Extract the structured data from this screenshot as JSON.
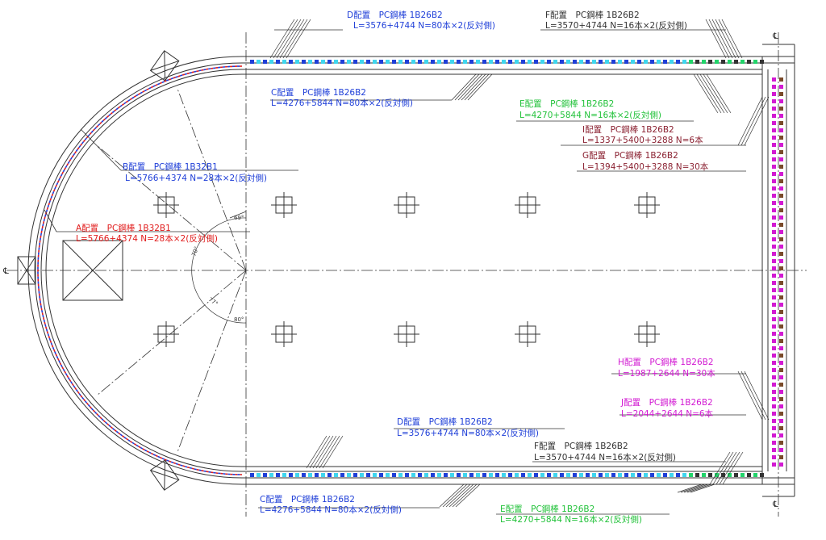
{
  "colors": {
    "blue": "#1f3fd8",
    "green": "#22c23a",
    "red": "#e11d1d",
    "maroon": "#8b2232",
    "magenta": "#d21ad2",
    "cyan": "#3fd6ee",
    "lime": "#22d46a",
    "brown": "#7a4a2a",
    "line": "#333333"
  },
  "labels": [
    {
      "id": "d-top",
      "title": "D配置　PC鋼棒 1B26B2",
      "spec": "L=3576+4744 N=80本×2(反対側)",
      "color": "#1f3fd8"
    },
    {
      "id": "f-top",
      "title": "F配置　PC鋼棒 1B26B2",
      "spec": "L=3570+4744 N=16本×2(反対側)",
      "color": "#333333"
    },
    {
      "id": "c-top",
      "title": "C配置　PC鋼棒 1B26B2",
      "spec": "L=4276+5844 N=80本×2(反対側)",
      "color": "#1f3fd8"
    },
    {
      "id": "e-top",
      "title": "E配置　PC鋼棒 1B26B2",
      "spec": "L=4270+5844 N=16本×2(反対側)",
      "color": "#22c23a"
    },
    {
      "id": "i-top",
      "title": "I配置　PC鋼棒 1B26B2",
      "spec": "L=1337+5400+3288 N=6本",
      "color": "#8b2232"
    },
    {
      "id": "g-top",
      "title": "G配置　PC鋼棒 1B26B2",
      "spec": "L=1394+5400+3288 N=30本",
      "color": "#8b2232"
    },
    {
      "id": "b-arc",
      "title": "B配置　PC鋼棒 1B32B1",
      "spec": "L=5766+4374 N=28本×2(反対側)",
      "color": "#1f3fd8"
    },
    {
      "id": "a-arc",
      "title": "A配置　PC鋼棒 1B32B1",
      "spec": "L=5766+4374 N=28本×2(反対側)",
      "color": "#e11d1d"
    },
    {
      "id": "h-right",
      "title": "H配置　PC鋼棒 1B26B2",
      "spec": "L=1987+2644 N=30本",
      "color": "#d21ad2"
    },
    {
      "id": "j-right",
      "title": "J配置　PC鋼棒 1B26B2",
      "spec": "L=2044+2644 N=6本",
      "color": "#d21ad2"
    },
    {
      "id": "d-bot",
      "title": "D配置　PC鋼棒 1B26B2",
      "spec": "L=3576+4744 N=80本×2(反対側)",
      "color": "#1f3fd8"
    },
    {
      "id": "f-bot",
      "title": "F配置　PC鋼棒 1B26B2",
      "spec": "L=3570+4744 N=16本×2(反対側)",
      "color": "#333333"
    },
    {
      "id": "c-bot",
      "title": "C配置　PC鋼棒 1B26B2",
      "spec": "L=4276+5844 N=80本×2(反対側)",
      "color": "#1f3fd8"
    },
    {
      "id": "e-bot",
      "title": "E配置　PC鋼棒 1B26B2",
      "spec": "L=4270+5844 N=16本×2(反対側)",
      "color": "#22c23a"
    }
  ],
  "angles": [
    "69°",
    "70°",
    "77°",
    "80°"
  ],
  "centerline_mark": "℄"
}
